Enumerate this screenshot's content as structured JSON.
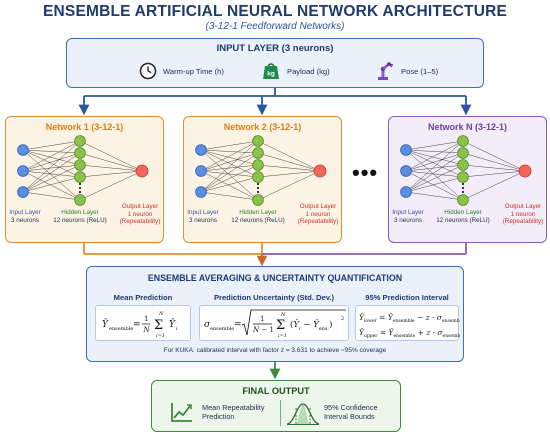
{
  "header": {
    "title": "ENSEMBLE ARTIFICIAL NEURAL NETWORK ARCHITECTURE",
    "subtitle": "(3-12-1 Feedforward Networks)"
  },
  "input_layer": {
    "title": "INPUT LAYER (3 neurons)",
    "items": [
      {
        "icon": "clock-icon",
        "label": "Warm-up Time (h)"
      },
      {
        "icon": "weight-icon",
        "icon_text": "kg",
        "label": "Payload (kg)"
      },
      {
        "icon": "robot-arm-icon",
        "label": "Pose (1–5)"
      }
    ]
  },
  "networks": [
    {
      "title": "Network 1 (3-12-1)",
      "accent": "#e0902a",
      "input_label": "Input Layer",
      "input_sub": "3 neurons",
      "hidden_label": "Hidden Layer",
      "hidden_sub": "12 neurons (ReLU)",
      "output_label": "Output Layer",
      "output_sub": "1 neuron",
      "output_sub2": "(Repeatability)"
    },
    {
      "title": "Network 2 (3-12-1)",
      "accent": "#e0902a",
      "input_label": "Input Layer",
      "input_sub": "3 neurons",
      "hidden_label": "Hidden Layer",
      "hidden_sub": "12 neurons (ReLU)",
      "output_label": "Output Layer",
      "output_sub": "1 neuron",
      "output_sub2": "(Repeatability)"
    },
    {
      "title": "Network N (3-12-1)",
      "accent": "#8a5bb8",
      "input_label": "Input Layer",
      "input_sub": "3 neurons",
      "hidden_label": "Hidden Layer",
      "hidden_sub": "12 neurons (ReLU)",
      "output_label": "Output Layer",
      "output_sub": "1 neuron",
      "output_sub2": "(Repeatability)"
    }
  ],
  "ensemble": {
    "title": "ENSEMBLE AVERAGING & UNCERTAINTY QUANTIFICATION",
    "mean_title": "Mean Prediction",
    "std_title": "Prediction Uncertainty (Std. Dev.)",
    "interval_title": "95% Prediction Interval",
    "note": "For KUKA: calibrated interval with factor z = 3.631 to achieve ~95% coverage"
  },
  "final_output": {
    "title": "FINAL OUTPUT",
    "item1": "Mean Repeatability Prediction",
    "item2": "95% Confidence Interval Bounds"
  },
  "colors": {
    "input_neuron": "#5b8de0",
    "hidden_neuron": "#8bc34a",
    "output_neuron": "#f0665a",
    "blue_border": "#3b6fc4",
    "green_border": "#3d8a3a"
  }
}
